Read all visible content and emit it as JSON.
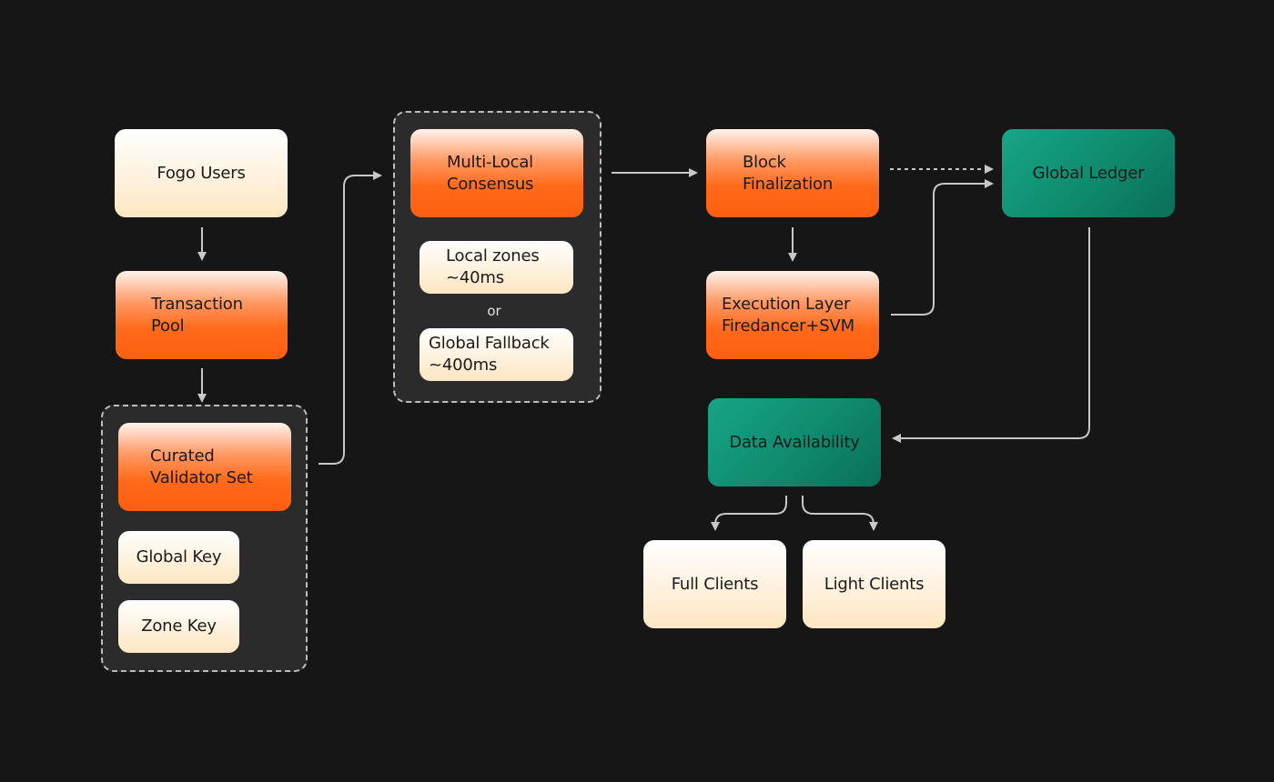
{
  "nodes": {
    "fogo_users": "Fogo Users",
    "transaction_pool": [
      "Transaction",
      "Pool"
    ],
    "curated_validator_set": [
      "Curated",
      "Validator Set"
    ],
    "global_key": "Global Key",
    "zone_key": "Zone Key",
    "multi_local_consensus": [
      "Multi-Local",
      "Consensus"
    ],
    "local_zones": [
      "Local zones",
      "~40ms"
    ],
    "or_label": "or",
    "global_fallback": [
      "Global Fallback",
      "~400ms"
    ],
    "block_finalization": [
      "Block",
      "Finalization"
    ],
    "execution_layer": [
      "Execution Layer",
      "Firedancer+SVM"
    ],
    "global_ledger": "Global Ledger",
    "data_availability": "Data Availability",
    "full_clients": "Full Clients",
    "light_clients": "Light Clients"
  },
  "colors": {
    "background": "#161616",
    "cream_top": "#ffffff",
    "cream_bottom": "#fde6c2",
    "orange": "#ff5e10",
    "teal": "#0f8a6d",
    "group_fill": "#2b2b2b",
    "edge": "#c8c8c8"
  }
}
